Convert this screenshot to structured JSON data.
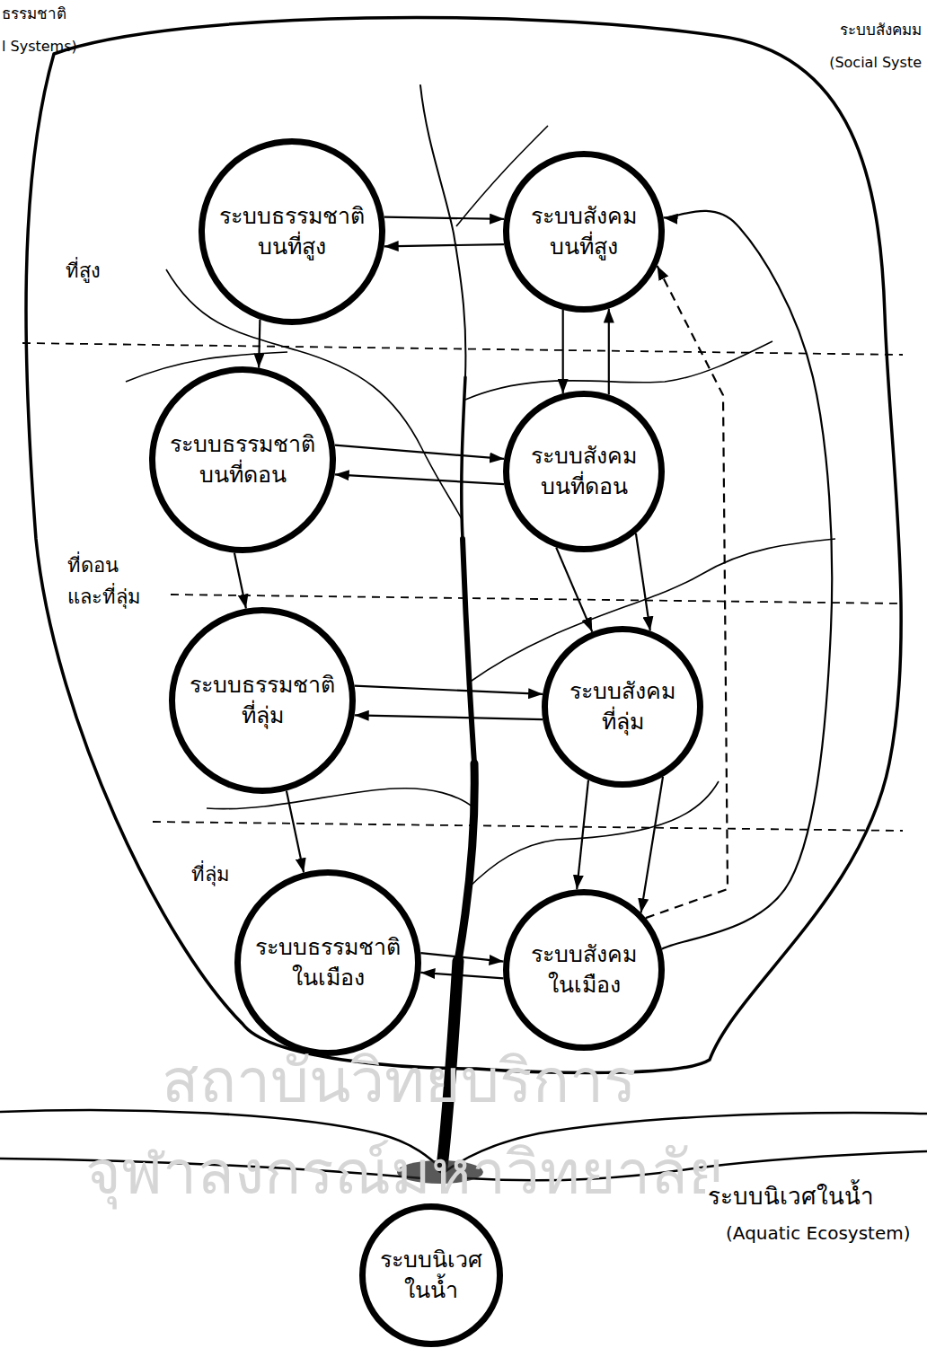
{
  "diagram": {
    "nodes": [
      {
        "text": [
          "ระบบธรรมชาติ บนที่สูง"
        ]
      },
      {
        "text": [
          "ระบบสังคม บนที่สูง"
        ]
      },
      {
        "text": [
          "ระบบธรรมชาติ บนที่ดอน"
        ]
      },
      {
        "text": [
          "ระบบสังคม บนที่ดอน"
        ]
      },
      {
        "text": [
          "ระบบธรรมชาติ ที่ลุ่ม"
        ]
      },
      {
        "text": [
          "ระบบสังคม ที่ลุ่ม"
        ]
      },
      {
        "text": [
          "ระบบธรรมชาติ ในเมือง"
        ]
      },
      {
        "text": [
          "ระบบสังคม ในเมือง"
        ]
      },
      {
        "text": [
          "ระบบนิเวศ ในน้ำ"
        ]
      }
    ],
    "edges": [
      {
        "from": 0,
        "to": 1,
        "arrow": "to"
      },
      {
        "from": 1,
        "to": 0,
        "arrow": "to"
      },
      {
        "from": 2,
        "to": 3,
        "arrow": "to"
      },
      {
        "from": 3,
        "to": 2,
        "arrow": "to"
      },
      {
        "from": 4,
        "to": 5,
        "arrow": "to"
      },
      {
        "from": 5,
        "to": 4,
        "arrow": "to"
      },
      {
        "from": 6,
        "to": 7,
        "arrow": "to"
      },
      {
        "from": 7,
        "to": 6,
        "arrow": "to"
      },
      {
        "from": 0,
        "to": 2,
        "arrow": "to"
      },
      {
        "from": 2,
        "to": 4,
        "arrow": "to"
      },
      {
        "from": 4,
        "to": 6,
        "arrow": "to"
      },
      {
        "from": 1,
        "to": 3,
        "arrow": "to"
      },
      {
        "from": 3,
        "to": 1,
        "arrow": "to"
      },
      {
        "from": 3,
        "to": 5,
        "arrow": "to"
      },
      {
        "from": 3,
        "to": 5,
        "arrow": "to"
      },
      {
        "from": 5,
        "to": 7,
        "arrow": "to"
      },
      {
        "from": 5,
        "to": 7,
        "arrow": "to"
      },
      {
        "from": 7,
        "to": 1,
        "arrow": "to"
      },
      {
        "from": 7,
        "to": 1,
        "arrow": "to"
      }
    ],
    "labels": [
      "ธรรมชาติ",
      "l Systems)",
      "ระบบสังคมม",
      "(Social Syste",
      "ที่สูง",
      "ที่ดอน และที่ลุ่ม",
      "ที่ลุ่ม",
      "ระบบนิเวศในน้ำ",
      "(Aquatic Ecosystem)",
      "สถาบันวิทยบริการ",
      "จุฬาลงกรณ์มหาวิทยาลัย"
    ]
  }
}
